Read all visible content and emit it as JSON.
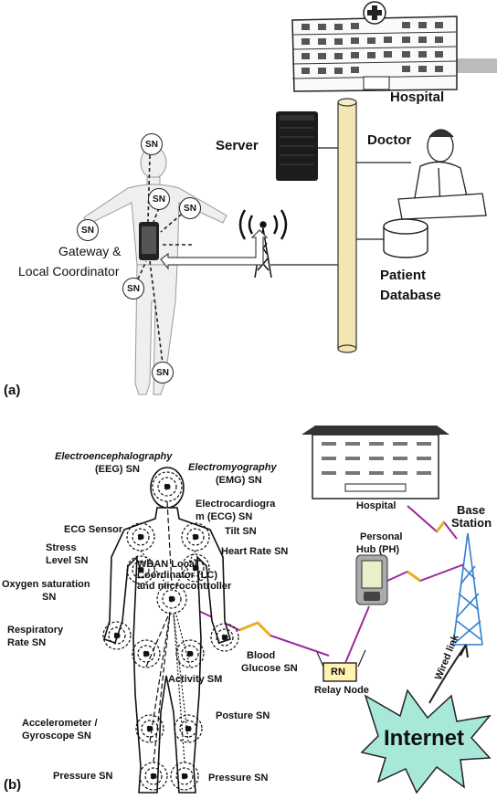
{
  "panel_a": {
    "tag": "(a)",
    "hospital": "Hospital",
    "server": "Server",
    "doctor": "Doctor",
    "gateway_line1": "Gateway &",
    "gateway_line2": "Local Coordinator",
    "patient_db_line1": "Patient",
    "patient_db_line2": "Database",
    "sn": "SN"
  },
  "panel_b": {
    "tag": "(b)",
    "eeg_line1": "Electroencephalography",
    "eeg_line2": "(EEG) SN",
    "emg_line1": "Electromyography",
    "emg_line2": "(EMG) SN",
    "ecg_sn_line1": "Electrocardiogra",
    "ecg_sn_line2": "m (ECG) SN",
    "ecg_sensor": "ECG Sensor",
    "tilt": "Tilt SN",
    "stress_line1": "Stress",
    "stress_line2": "Level SN",
    "heart_rate": "Heart Rate SN",
    "wban_line1": "WBAN Local",
    "wban_line2": "Coordinator (LC)",
    "wban_line3": "and microcontroller",
    "oxygen_line1": "Oxygen saturation",
    "oxygen_line2": "SN",
    "resp_line1": "Respiratory",
    "resp_line2": "Rate SN",
    "blood_line1": "Blood",
    "blood_line2": "Glucose SN",
    "activity": "Activity SM",
    "accel_line1": "Accelerometer /",
    "accel_line2": "Gyroscope SN",
    "posture": "Posture SN",
    "pressure_left": "Pressure SN",
    "pressure_right": "Pressure SN",
    "hospital": "Hospital",
    "base_line1": "Base",
    "base_line2": "Station",
    "ph_line1": "Personal",
    "ph_line2": "Hub (PH)",
    "rn": "RN",
    "relay": "Relay Node",
    "wired": "Wired link",
    "internet": "Internet"
  }
}
